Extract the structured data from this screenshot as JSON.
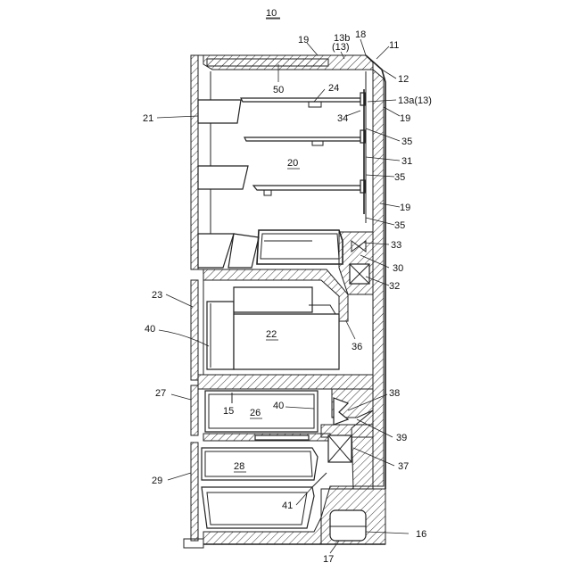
{
  "figure": {
    "title": "10",
    "labels": {
      "l11": "11",
      "l12": "12",
      "l13a": "13a(13)",
      "l13b": "13b",
      "l13b2": "(13)",
      "l15": "15",
      "l16": "16",
      "l17": "17",
      "l18": "18",
      "l19a": "19",
      "l19b": "19",
      "l19c": "19",
      "l20": "20",
      "l21": "21",
      "l22": "22",
      "l23": "23",
      "l24": "24",
      "l26": "26",
      "l27": "27",
      "l28": "28",
      "l29": "29",
      "l30": "30",
      "l31": "31",
      "l32": "32",
      "l33": "33",
      "l34": "34",
      "l35a": "35",
      "l35b": "35",
      "l35c": "35",
      "l36": "36",
      "l37": "37",
      "l38": "38",
      "l39": "39",
      "l40a": "40",
      "l40b": "40",
      "l41": "41",
      "l50": "50"
    }
  }
}
